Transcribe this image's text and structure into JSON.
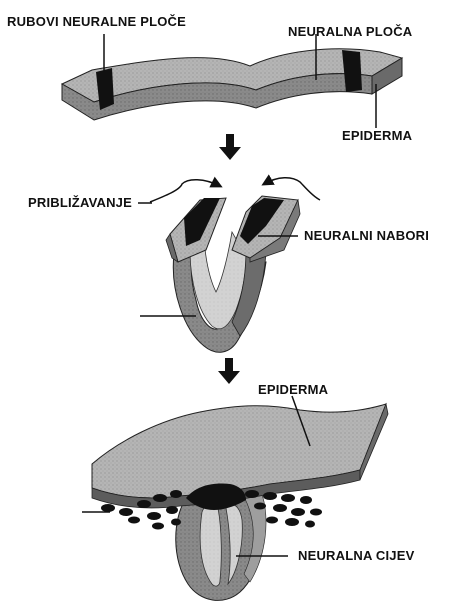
{
  "labels": {
    "neural_plate_edges": "RUBOVI NEURALNE PLOČE",
    "neural_plate": "NEURALNA PLOČA",
    "epidermis_top": "EPIDERMA",
    "convergence": "PRIBLIŽAVANJE",
    "neural_folds": "NEURALNI NABORI",
    "epidermis_bottom": "EPIDERMA",
    "neural_tube": "NEURALNA CIJEV"
  },
  "colors": {
    "ink": "#111111",
    "plate_top": "#b9b9b9",
    "plate_side": "#7a7a7a",
    "neural_tissue": "#a8a8a8",
    "epidermis": "#8e8e8e",
    "crest_black": "#111111",
    "tube_dark": "#777777",
    "tube_light": "#d4d4d4"
  }
}
